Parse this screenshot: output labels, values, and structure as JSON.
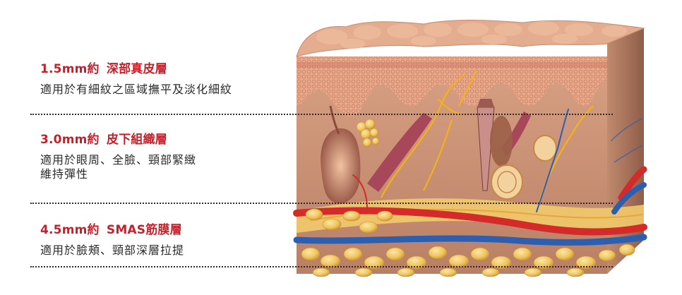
{
  "layers": [
    {
      "id": "deep-dermis",
      "depth": "1.5mm約",
      "target": "深部真皮層",
      "description": [
        "適用於有細紋之區域撫平及淡化細紋"
      ]
    },
    {
      "id": "subcutaneous",
      "depth": "3.0mm約",
      "target": "皮下組織層",
      "description": [
        "適用於眼周、全臉、頸部緊緻",
        "維持彈性"
      ]
    },
    {
      "id": "smas",
      "depth": "4.5mm約",
      "target": "SMAS筋膜層",
      "description": [
        "適用於臉頰、頸部深層拉提"
      ]
    }
  ],
  "colors": {
    "heading": "#c8202a",
    "text": "#2a2a2a",
    "epidermis": "#e8a88a",
    "dermis": "#c89478",
    "fat": "#f0c560",
    "artery": "#d42a2a",
    "vein": "#2d5fb0",
    "nerve": "#f2b21a"
  },
  "illustration": {
    "subject": "skin-cross-section",
    "icon": "skin-layers-illustration"
  }
}
